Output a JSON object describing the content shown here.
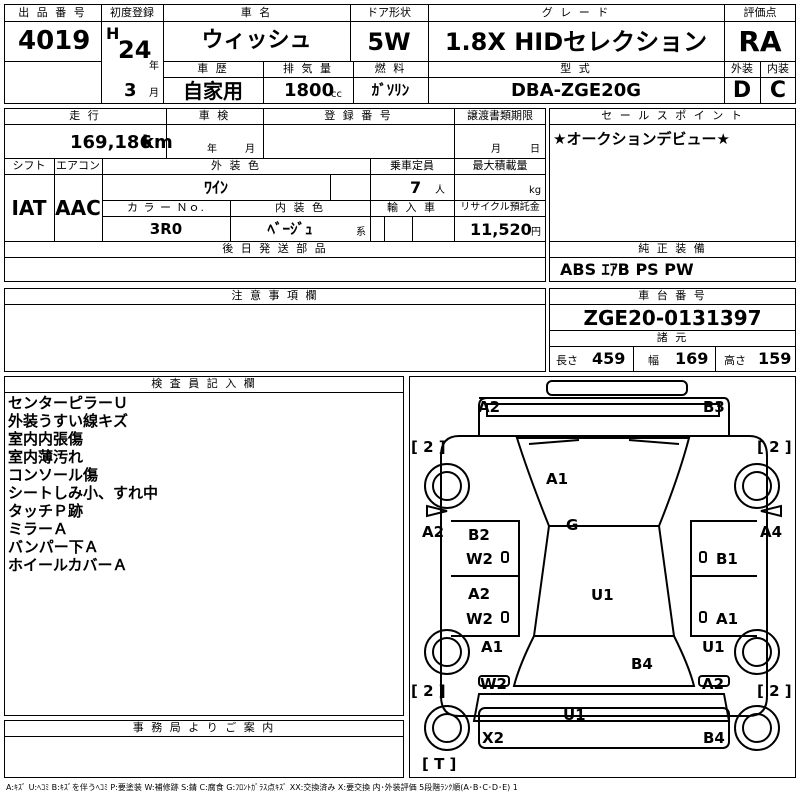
{
  "headers": {
    "lot_no": "出 品 番 号",
    "first_reg": "初度登録",
    "car_name": "車 名",
    "door": "ドア形状",
    "grade": "グ レ ー ド",
    "score": "評価点",
    "history": "車 歴",
    "displacement": "排 気 量",
    "fuel": "燃 料",
    "model": "型 式",
    "exterior": "外装",
    "interior": "内装",
    "mileage": "走 行",
    "inspection": "車 検",
    "reg_no": "登 録 番 号",
    "transfer_deadline": "譲渡書類期限",
    "sales_point": "セ ー ル ス ポ イ ン ト",
    "shift": "シフト",
    "aircon": "エアコン",
    "ext_color": "外 装 色",
    "capacity": "乗車定員",
    "max_load": "最大積載量",
    "color_no": "カ ラ ー Ｎｏ.",
    "int_color": "内 装 色",
    "import": "輸 入 車",
    "recycle": "リサイクル預託金",
    "later_parts": "後 日 発 送 部 品",
    "genuine_equip": "純 正 装 備",
    "caution": "注 意 事 項 欄",
    "chassis_no": "車 台 番 号",
    "specs": "諸 元",
    "inspector_notes": "検 査 員 記 入 欄",
    "office_notice": "事 務 局 よ り ご 案 内"
  },
  "values": {
    "lot_no": "4019",
    "era_letter": "H",
    "year": "24",
    "year_unit": "年",
    "month": "3",
    "month_unit": "月",
    "car_name": "ウィッシュ",
    "door": "5W",
    "grade": "1.8X HIDセレクション",
    "score": "RA",
    "history": "自家用",
    "displacement": "1800",
    "displacement_unit": "cc",
    "fuel": "ｶﾞｿﾘﾝ",
    "model": "DBA-ZGE20G",
    "exterior": "D",
    "interior": "C",
    "mileage": "169,186",
    "mileage_unit": "km",
    "insp_year_unit": "年",
    "insp_month_unit": "月",
    "transfer_month_unit": "月",
    "transfer_day_unit": "日",
    "sales_point": "★オークションデビュー★",
    "shift": "IAT",
    "aircon": "AAC",
    "ext_color": "ﾜｲﾝ",
    "capacity": "7",
    "capacity_unit": "人",
    "max_load_unit": "kg",
    "color_no": "3R0",
    "int_color": "ﾍﾞｰｼﾞｭ",
    "int_color_unit": "系",
    "recycle": "11,520",
    "recycle_unit": "円",
    "genuine_equip": "ABS ｴｱB PS PW",
    "chassis_no": "ZGE20-0131397",
    "length_label": "長さ",
    "length": "459",
    "width_label": "幅",
    "width": "169",
    "height_label": "高さ",
    "height": "159"
  },
  "inspector_notes": [
    "センターピラーＵ",
    "外装うすい線キズ",
    "室内内張傷",
    "室内薄汚れ",
    "コンソール傷",
    "シートしみ小、すれ中",
    "タッチＰ跡",
    "ミラーＡ",
    "バンパー下Ａ",
    "ホイールカバーＡ"
  ],
  "diagram": {
    "labels": {
      "a2_tl": "A2",
      "b3_tr": "B3",
      "tire_fl": "[ 2 ]",
      "tire_fr": "[ 2 ]",
      "a1_roof": "A1",
      "g_windshield": "G",
      "a2_lf_fender": "A2",
      "a4_rf_fender": "A4",
      "b2_lf_door": "B2",
      "w2_lf_door": "W2",
      "b1_rf_door": "B1",
      "u1_roof": "U1",
      "a2_lr_door": "A2",
      "w2_lr_door": "W2",
      "a1_rr_door": "A1",
      "a1_lr_wheel": "A1",
      "u1_rr_wheel": "U1",
      "b4_rear_glass": "B4",
      "w2_rear_left": "W2",
      "a2_rear_right": "A2",
      "tire_rl": "[ 2 ]",
      "tire_rr": "[ 2 ]",
      "u1_rear": "U1",
      "x2_rear": "X2",
      "b4_rear": "B4",
      "tire_spare": "[ T ]"
    }
  },
  "legend": "A:ｷｽﾞ U:ﾍｺﾐ B:ｷｽﾞを伴うﾍｺﾐ P:要塗装 W:補修跡 S:錆 C:腐食 G:ﾌﾛﾝﾄｶﾞﾗｽ点ｷｽﾞ XX:交換済み X:要交換 内･外装評価 5段階ﾗﾝｸ順(A･B･C･D･E) 1"
}
